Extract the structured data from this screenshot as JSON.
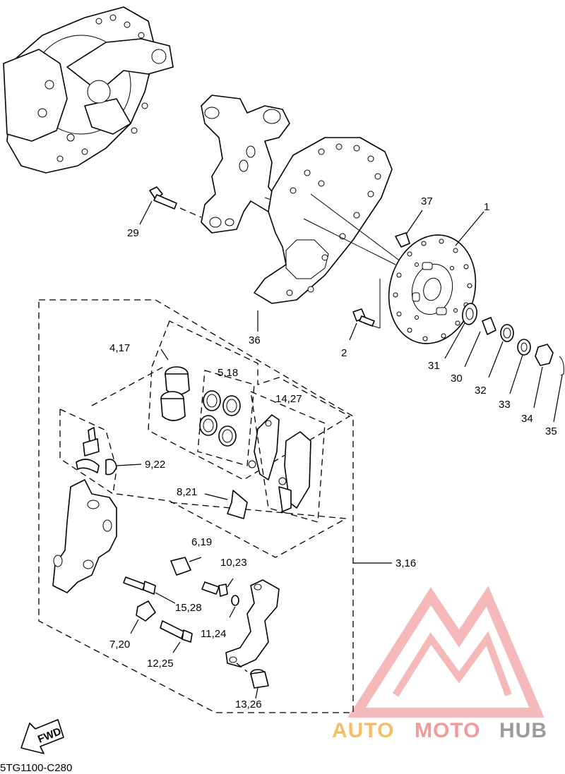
{
  "diagram_code": "5TG1100-C280",
  "fwd_label": "FWD",
  "watermark": {
    "part1": "AUTO",
    "part2": "MOTO",
    "part3": "HUB",
    "color_light": "#f6b24a",
    "color_mid": "#f08a8a",
    "color_dark": "#8a8a8a"
  },
  "callouts": {
    "c1": "1",
    "c2": "2",
    "c29": "29",
    "c36": "36",
    "c37": "37",
    "c31": "31",
    "c30": "30",
    "c32": "32",
    "c33": "33",
    "c34": "34",
    "c35": "35",
    "c4_17": "4,17",
    "c5_18": "5,18",
    "c14_27": "14,27",
    "c9_22": "9,22",
    "c8_21": "8,21",
    "c6_19": "6,19",
    "c10_23": "10,23",
    "c3_16": "3,16",
    "c15_28": "15,28",
    "c7_20": "7,20",
    "c11_24": "11,24",
    "c12_25": "12,25",
    "c13_26": "13,26"
  }
}
